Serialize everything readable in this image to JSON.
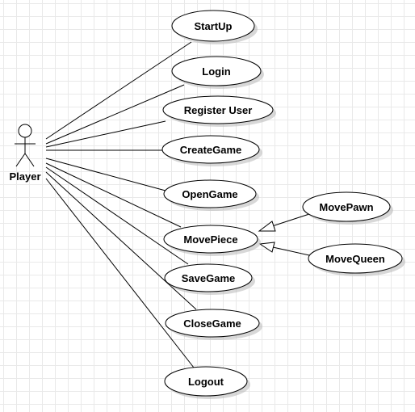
{
  "diagram": {
    "actor": {
      "label": "Player"
    },
    "use_cases": [
      {
        "id": "startup",
        "label": "StartUp"
      },
      {
        "id": "login",
        "label": "Login"
      },
      {
        "id": "register-user",
        "label": "Register User"
      },
      {
        "id": "create-game",
        "label": "CreateGame"
      },
      {
        "id": "open-game",
        "label": "OpenGame"
      },
      {
        "id": "move-piece",
        "label": "MovePiece"
      },
      {
        "id": "save-game",
        "label": "SaveGame"
      },
      {
        "id": "close-game",
        "label": "CloseGame"
      },
      {
        "id": "logout",
        "label": "Logout"
      },
      {
        "id": "move-pawn",
        "label": "MovePawn"
      },
      {
        "id": "move-queen",
        "label": "MoveQueen"
      }
    ],
    "associations": [
      {
        "from": "actor",
        "to": "startup"
      },
      {
        "from": "actor",
        "to": "login"
      },
      {
        "from": "actor",
        "to": "register-user"
      },
      {
        "from": "actor",
        "to": "create-game"
      },
      {
        "from": "actor",
        "to": "open-game"
      },
      {
        "from": "actor",
        "to": "move-piece"
      },
      {
        "from": "actor",
        "to": "save-game"
      },
      {
        "from": "actor",
        "to": "close-game"
      },
      {
        "from": "actor",
        "to": "logout"
      }
    ],
    "generalizations": [
      {
        "child": "move-pawn",
        "parent": "move-piece"
      },
      {
        "child": "move-queen",
        "parent": "move-piece"
      }
    ]
  }
}
